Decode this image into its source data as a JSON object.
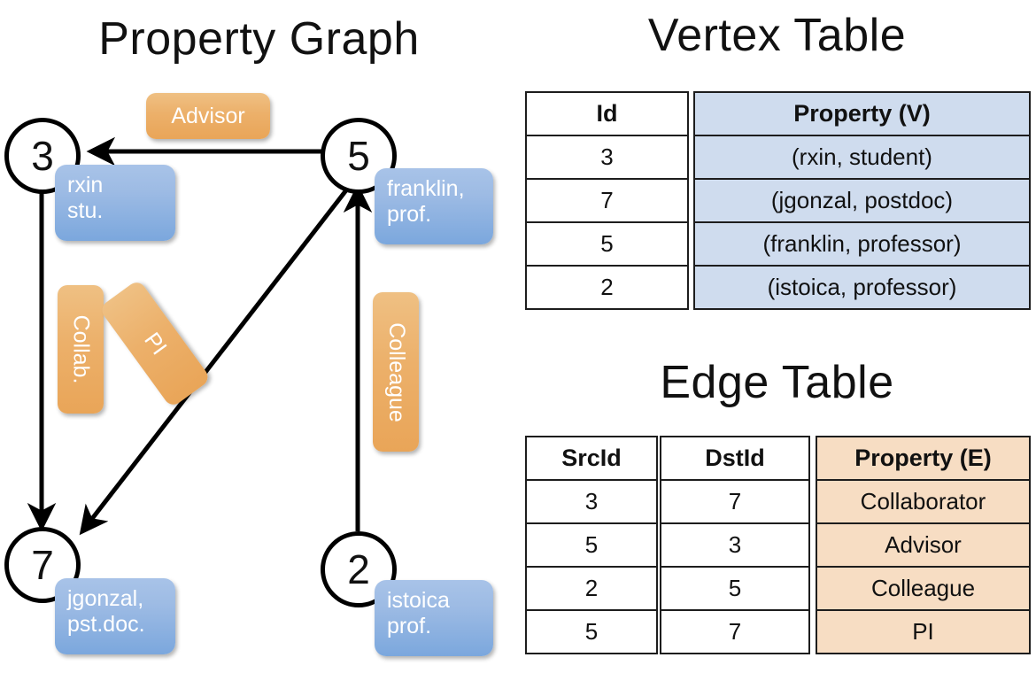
{
  "titles": {
    "property_graph": "Property Graph",
    "vertex_table": "Vertex Table",
    "edge_table": "Edge Table"
  },
  "graph": {
    "nodes": [
      {
        "id": "3",
        "label": "rxin\nstu."
      },
      {
        "id": "5",
        "label": "franklin,\nprof."
      },
      {
        "id": "7",
        "label": "jgonzal,\npst.doc."
      },
      {
        "id": "2",
        "label": "istoica\nprof."
      }
    ],
    "edge_labels": [
      {
        "name": "advisor",
        "text": "Advisor"
      },
      {
        "name": "collab",
        "text": "Collab."
      },
      {
        "name": "pi",
        "text": "PI"
      },
      {
        "name": "colleague",
        "text": "Colleague"
      }
    ],
    "colors": {
      "vertex_box": "#9dbbe4",
      "edge_box": "#ecb06a",
      "stroke": "#000000"
    }
  },
  "vertex_table": {
    "columns": [
      "Id",
      "Property (V)"
    ],
    "rows": [
      {
        "id": "3",
        "property": "(rxin, student)"
      },
      {
        "id": "7",
        "property": "(jgonzal, postdoc)"
      },
      {
        "id": "5",
        "property": "(franklin, professor)"
      },
      {
        "id": "2",
        "property": "(istoica, professor)"
      }
    ],
    "header_fill": "#cfdcee"
  },
  "edge_table": {
    "columns": [
      "SrcId",
      "DstId",
      "Property (E)"
    ],
    "rows": [
      {
        "src": "3",
        "dst": "7",
        "property": "Collaborator"
      },
      {
        "src": "5",
        "dst": "3",
        "property": "Advisor"
      },
      {
        "src": "2",
        "dst": "5",
        "property": "Colleague"
      },
      {
        "src": "5",
        "dst": "7",
        "property": "PI"
      }
    ],
    "header_fill": "#f7ddc3"
  }
}
